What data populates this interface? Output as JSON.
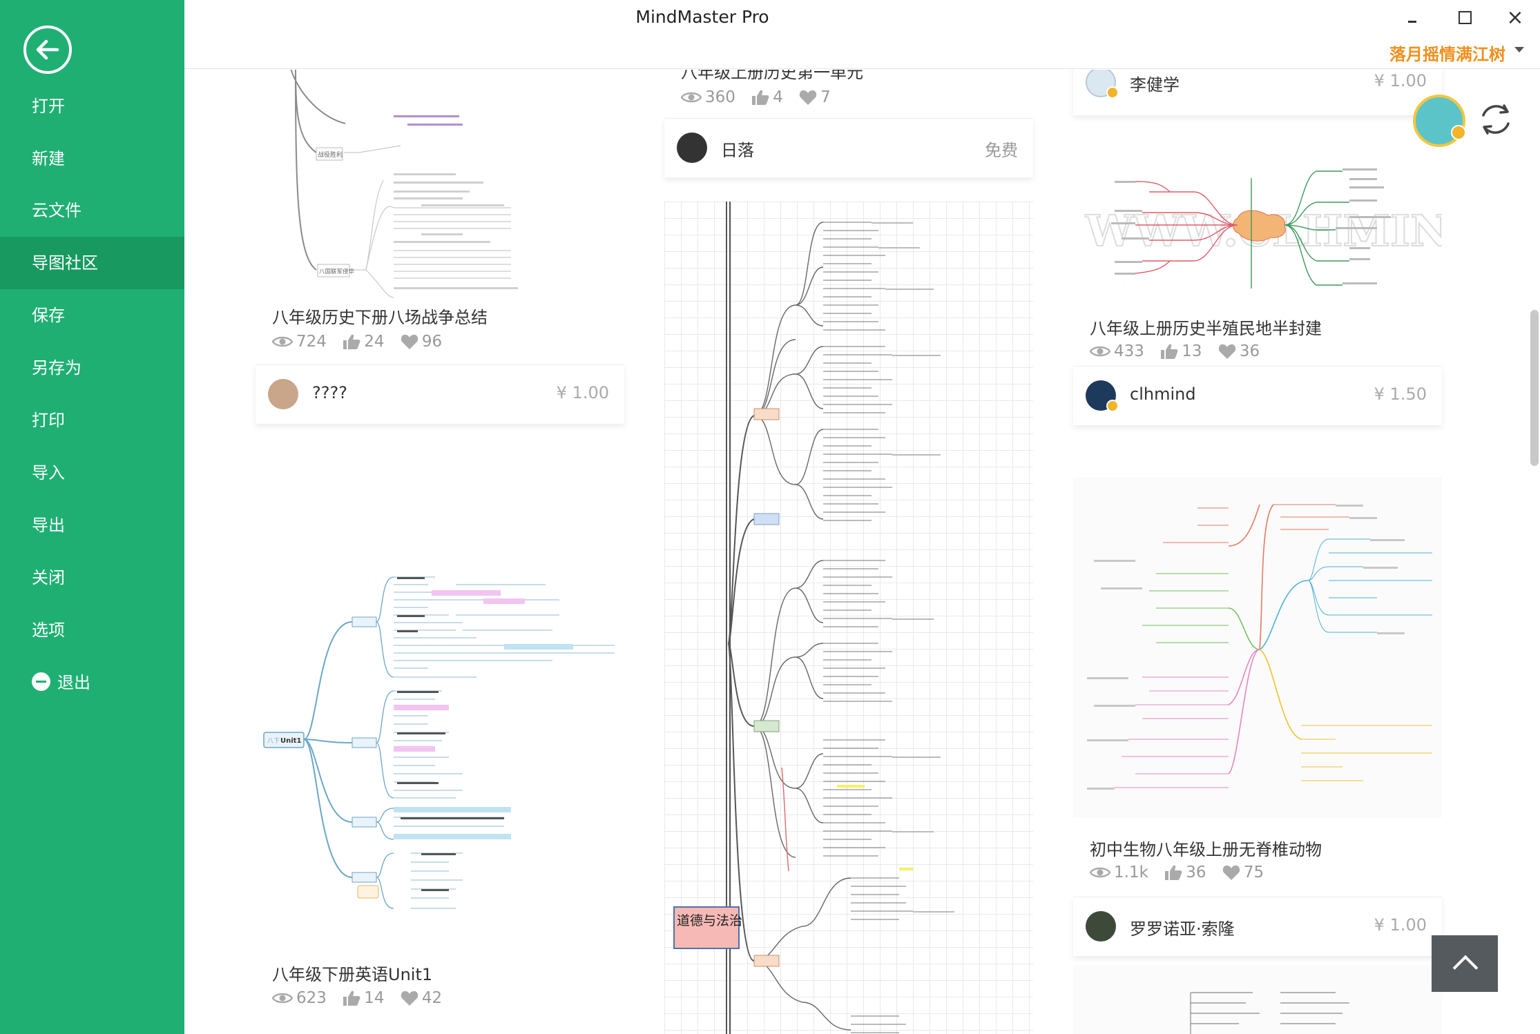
{
  "app": {
    "title": "MindMaster Pro"
  },
  "user": {
    "name": "落月摇情满江树"
  },
  "sidebar": {
    "items": [
      {
        "label": "打开"
      },
      {
        "label": "新建"
      },
      {
        "label": "云文件"
      },
      {
        "label": "导图社区"
      },
      {
        "label": "保存"
      },
      {
        "label": "另存为"
      },
      {
        "label": "打印"
      },
      {
        "label": "导入"
      },
      {
        "label": "导出"
      },
      {
        "label": "关闭"
      },
      {
        "label": "选项"
      },
      {
        "label": "退出"
      }
    ]
  },
  "cards": [
    {
      "title": "八年级历史下册八场战争总结",
      "views": "724",
      "likes": "24",
      "favorites": "96",
      "author": "????",
      "price": "¥ 1.00",
      "thumb_labels": {
        "a": "战役胜利",
        "b": "八国联军侵华"
      }
    },
    {
      "title": "八年级下册英语Unit1",
      "views": "623",
      "likes": "14",
      "favorites": "42",
      "thumb_labels": {
        "root_prefix": "八下",
        "root": "Unit1"
      }
    },
    {
      "title": "八年级上册历史第一单元",
      "views": "360",
      "likes": "4",
      "favorites": "7",
      "author": "日落",
      "price": "免费"
    },
    {
      "thumb_labels": {
        "root": "道德与法治"
      }
    },
    {
      "author": "李健学",
      "price": "¥ 1.00"
    },
    {
      "title": "八年级上册历史半殖民地半封建",
      "views": "433",
      "likes": "13",
      "favorites": "36",
      "author": "clhmind",
      "price": "¥ 1.50",
      "thumb_labels": {
        "watermark": "WWW.CLHMIND"
      }
    },
    {
      "title": "初中生物八年级上册无脊椎动物",
      "views": "1.1k",
      "likes": "36",
      "favorites": "75",
      "author": "罗罗诺亚·索隆",
      "price": "¥ 1.00"
    }
  ],
  "colors": {
    "sidebar_bg": "#1faf73",
    "sidebar_active": "#17995f",
    "user_name": "#f0901e",
    "muted_text": "#999999",
    "root_node": "#f6b9b5"
  },
  "icons": [
    "back-arrow-icon",
    "minimize-icon",
    "maximize-icon",
    "close-icon",
    "caret-down-icon",
    "eye-icon",
    "thumb-up-icon",
    "heart-icon",
    "refresh-icon",
    "chevron-up-icon",
    "exit-icon"
  ]
}
